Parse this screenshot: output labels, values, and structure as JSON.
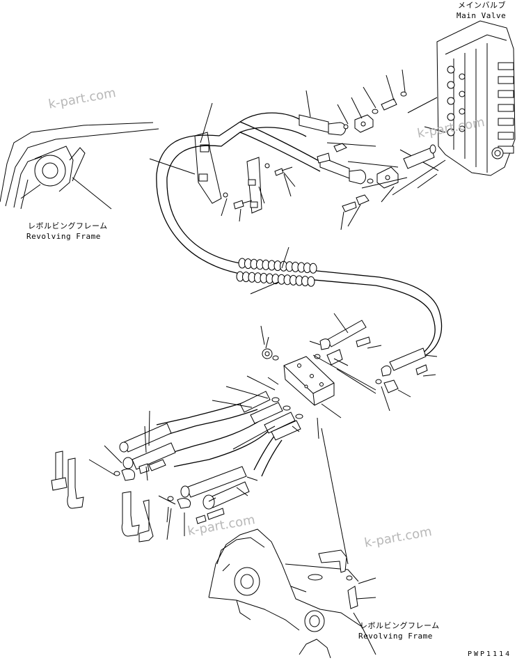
{
  "labels": {
    "main_valve_jp": "メインバルブ",
    "main_valve_en": "Main Valve",
    "revolving_frame_top_jp": "レボルビングフレーム",
    "revolving_frame_top_en": "Revolving Frame",
    "revolving_frame_bottom_jp": "レボルビングフレーム",
    "revolving_frame_bottom_en": "Revolving Frame",
    "drawing_code": "PWP1114"
  },
  "watermarks": {
    "wm1": "k-part.com",
    "wm2": "k-part.com",
    "wm3": "k-part.com",
    "wm4": "k-part.com"
  },
  "icons": {
    "main_valve": "valve-block-icon",
    "distribution_block": "manifold-block-icon",
    "revolving_frame": "frame-structure-icon"
  }
}
